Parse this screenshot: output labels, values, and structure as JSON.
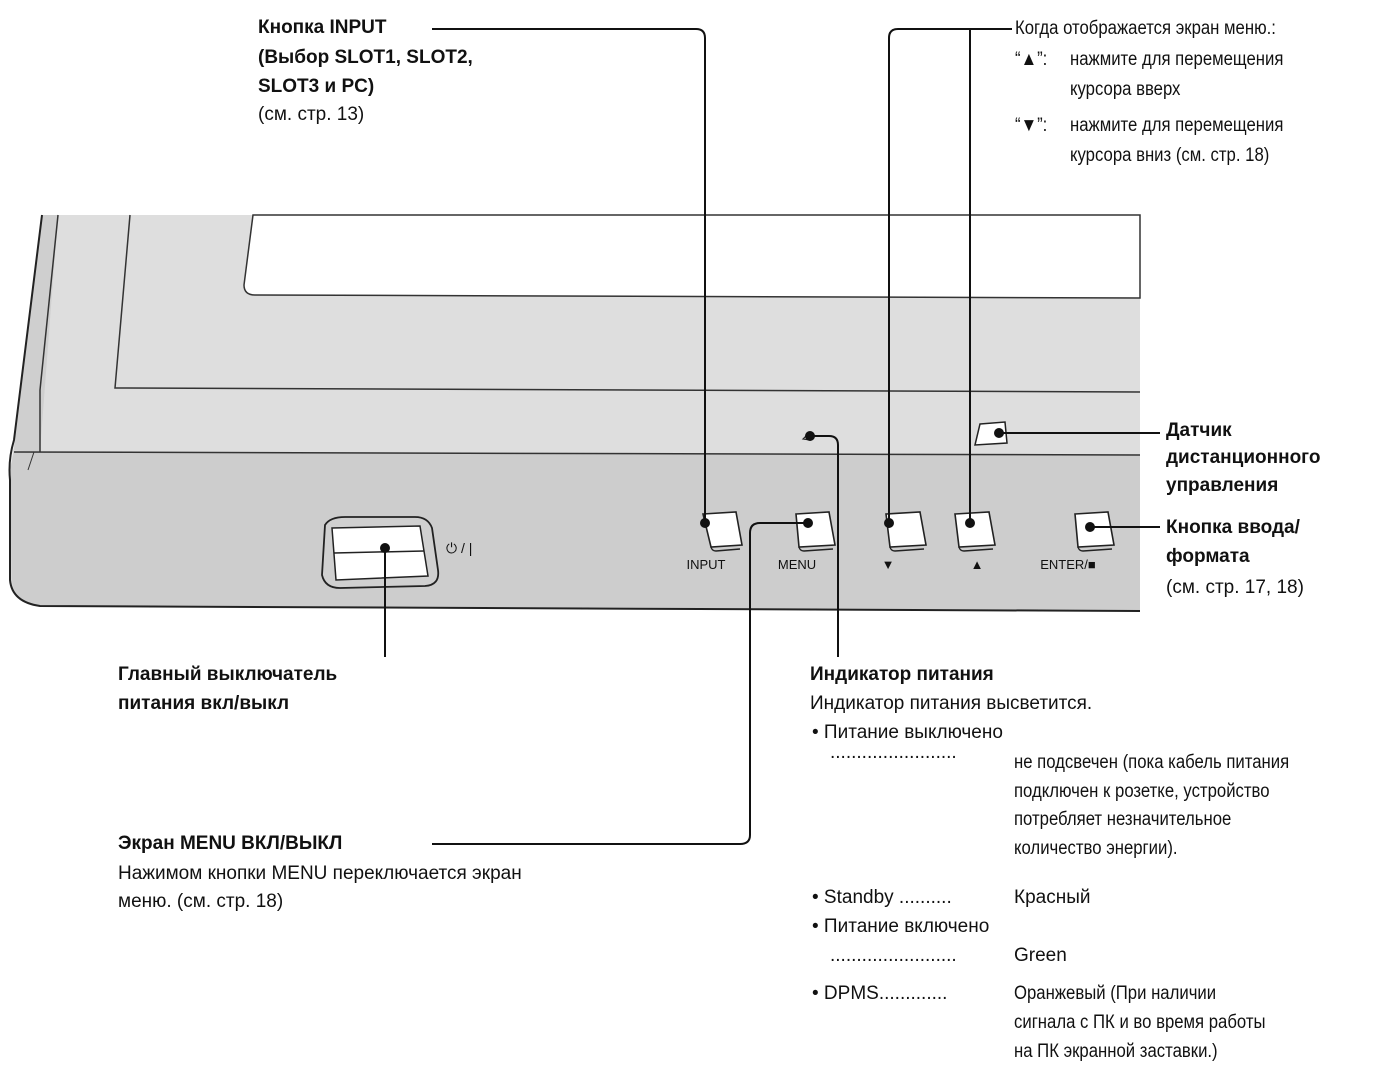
{
  "input_callout": {
    "title": "Кнопка INPUT",
    "line2": "(Выбор SLOT1, SLOT2,",
    "line3": "SLOT3 и PC)",
    "ref": "(см. стр. 13)"
  },
  "menu_nav_callout": {
    "intro": "Когда отображается экран меню.:",
    "up_key": "“▲”:",
    "up_text1": "нажмите для перемещения",
    "up_text2": "курсора вверх",
    "down_key": "“▼”:",
    "down_text1": "нажмите для перемещения",
    "down_text2": "курсора вниз (см. стр. 18)"
  },
  "remote_sensor_callout": {
    "line1": "Датчик",
    "line2": "дистанционного",
    "line3": "управления"
  },
  "enter_callout": {
    "line1": "Кнопка ввода/",
    "line2": "формата",
    "ref": "(см. стр. 17, 18)"
  },
  "device_labels": {
    "power_symbol": "⏻ / |",
    "input": "INPUT",
    "menu": "MENU",
    "down": "▼",
    "up": "▲",
    "enter": "ENTER/■"
  },
  "power_switch_callout": {
    "line1": "Главный выключатель",
    "line2": "питания вкл/выкл"
  },
  "menu_callout": {
    "title": "Экран MENU ВКЛ/ВЫКЛ",
    "line2": "Нажимом кнопки MENU переключается экран",
    "line3": "меню. (см. стр. 18)"
  },
  "power_indicator_callout": {
    "title": "Индикатор питания",
    "desc": "Индикатор питания высветится.",
    "off_label": "• Питание выключено",
    "off_dots": "........................",
    "off_text1": "не подсвечен (пока кабель питания",
    "off_text2": "подключен к розетке, устройство",
    "off_text3": "потребляет незначительное",
    "off_text4": "количество энергии).",
    "standby_label": "• Standby ..........",
    "standby_text": "Красный",
    "on_label": "• Питание включено",
    "on_dots": "........................",
    "on_text": "Green",
    "dpms_label": "• DPMS.............",
    "dpms_text1": "Оранжевый (При наличии",
    "dpms_text2": "сигнала с ПК и во время работы",
    "dpms_text3": "на ПК экранной заставки.)"
  }
}
